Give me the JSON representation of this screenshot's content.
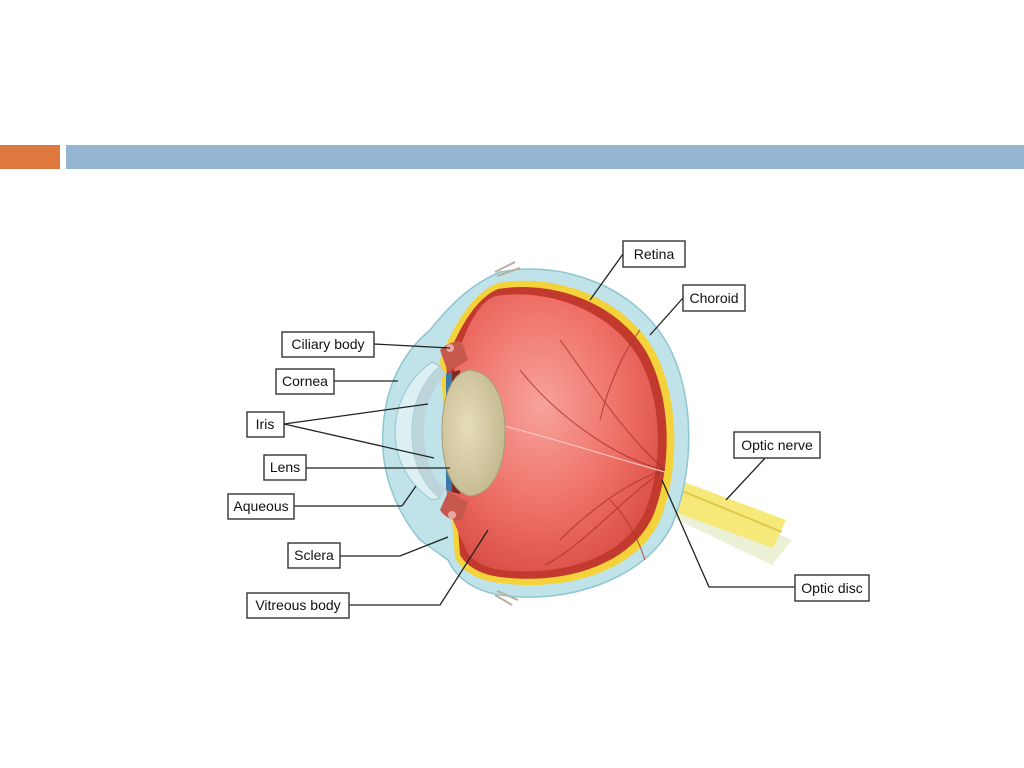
{
  "slide": {
    "accent_color": "#E0793F",
    "header_color": "#94B6D2",
    "background": "#FFFFFF"
  },
  "diagram": {
    "labels": {
      "retina": "Retina",
      "choroid": "Choroid",
      "ciliary_body": "Ciliary body",
      "cornea": "Cornea",
      "iris": "Iris",
      "lens": "Lens",
      "aqueous": "Aqueous",
      "sclera": "Sclera",
      "vitreous_body": "Vitreous body",
      "optic_nerve": "Optic nerve",
      "optic_disc": "Optic disc"
    },
    "colors": {
      "sclera": "#BFE3E8",
      "choroid": "#C2392E",
      "retina_layer": "#F4D23A",
      "vitreous": "#EE6F66",
      "lens": "#D8CDA4",
      "cornea": "#DCEFF2",
      "iris": "#3C79A8",
      "optic_nerve": "#F6E97A"
    }
  }
}
